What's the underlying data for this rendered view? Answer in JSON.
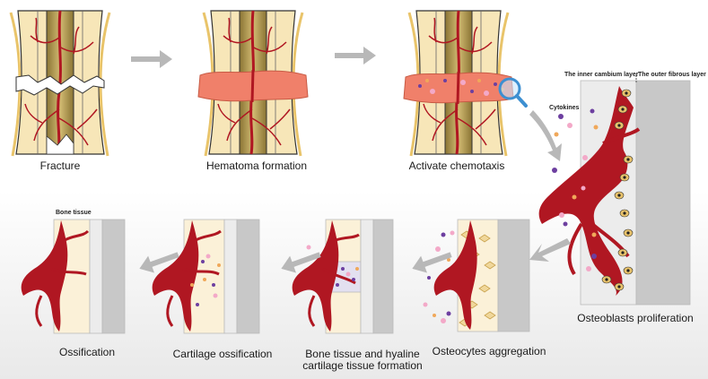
{
  "labels": {
    "fracture": "Fracture",
    "hematoma": "Hematoma formation",
    "chemotaxis": "Activate chemotaxis",
    "osteoblasts": "Osteoblasts proliferation",
    "osteocytes": "Osteocytes aggregation",
    "bone_hyaline_line1": "Bone tissue and hyaline",
    "bone_hyaline_line2": "cartilage tissue formation",
    "cartilage_ossification": "Cartilage ossification",
    "ossification": "Ossification",
    "inner_cambium": "The inner cambium layer",
    "outer_fibrous": "The outer fibrous layer",
    "cytokines": "Cytokines",
    "bone_tissue": "Bone tissue"
  },
  "colors": {
    "bone": "#f7e6b8",
    "bone_outline": "#333333",
    "marrow": "#b59a4e",
    "vessel": "#b01722",
    "hematoma": "#f0806a",
    "periosteum_inner": "#ececec",
    "periosteum_outer": "#c8c8c8",
    "arrow": "#b8b8b8",
    "bottom_band": "#f0f0f0",
    "lens": "#3d8fd1"
  }
}
